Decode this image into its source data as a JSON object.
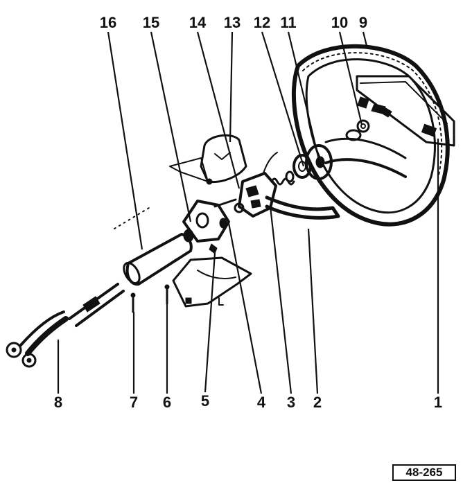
{
  "diagram": {
    "callouts": [
      "16",
      "15",
      "14",
      "13",
      "12",
      "11",
      "10",
      "9",
      "8",
      "7",
      "6",
      "5",
      "4",
      "3",
      "2",
      "1"
    ],
    "reference": "48-265"
  }
}
